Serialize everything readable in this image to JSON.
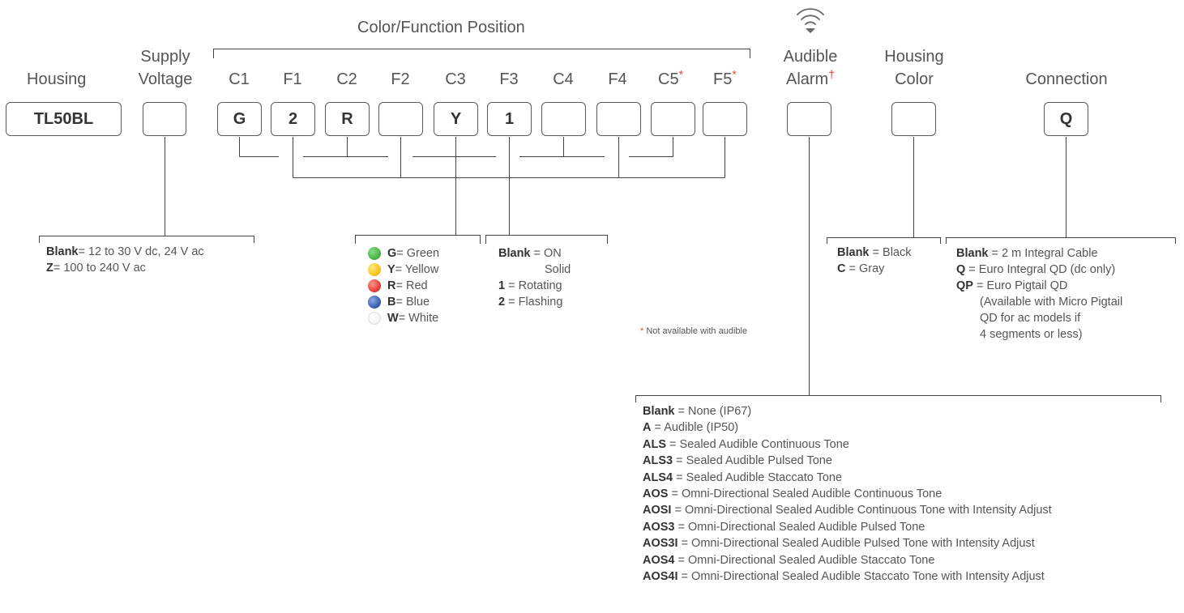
{
  "headers": {
    "housing": "Housing",
    "supply_voltage_1": "Supply",
    "supply_voltage_2": "Voltage",
    "color_function_position": "Color/Function Position",
    "positions": [
      "C1",
      "F1",
      "C2",
      "F2",
      "C3",
      "F3",
      "C4",
      "F4",
      "C5",
      "F5"
    ],
    "positions_star_mark": "*",
    "audible_1": "Audible",
    "audible_2": "Alarm",
    "audible_dagger": "†",
    "housing_color_1": "Housing",
    "housing_color_2": "Color",
    "connection": "Connection"
  },
  "boxes": {
    "housing": "TL50BL",
    "supply_voltage": "",
    "positions": [
      "G",
      "2",
      "R",
      "",
      "Y",
      "1",
      "",
      "",
      "",
      ""
    ],
    "audible": "",
    "housing_color": "",
    "connection": "Q"
  },
  "legend_voltage": [
    {
      "code": "Blank",
      "text": " = 12 to 30 V dc, 24 V ac"
    },
    {
      "code": "Z",
      "text": " = 100 to 240 V ac"
    }
  ],
  "legend_colors": [
    {
      "code": "G",
      "text": " = Green",
      "color": "#4cb848"
    },
    {
      "code": "Y",
      "text": " = Yellow",
      "color": "#f9c51a"
    },
    {
      "code": "R",
      "text": " = Red",
      "color": "#e8403a"
    },
    {
      "code": "B",
      "text": " = Blue",
      "color": "#3a62b3"
    },
    {
      "code": "W",
      "text": " = White",
      "color": "#f7f7f7"
    }
  ],
  "legend_function": {
    "blank_code": "Blank",
    "blank_text": " = ON",
    "blank_cont": "Solid",
    "rotating_code": "1",
    "rotating_text": " = Rotating",
    "flashing_code": "2",
    "flashing_text": " = Flashing"
  },
  "note": {
    "star": "*",
    "text": " Not available with audible"
  },
  "legend_housing_color": [
    {
      "code": "Blank",
      "text": " = Black"
    },
    {
      "code": "C",
      "text": " = Gray"
    }
  ],
  "legend_connection": {
    "blank_code": "Blank",
    "blank_text": " = 2 m Integral Cable",
    "q_code": "Q",
    "q_text": " = Euro Integral QD (dc only)",
    "qp_code": "QP",
    "qp_text": " = Euro Pigtail QD",
    "qp_note_1": "(Available with Micro Pigtail",
    "qp_note_2": "QD for ac models if",
    "qp_note_3": "4 segments or less)"
  },
  "legend_audible": [
    {
      "code": "Blank",
      "text": " = None (IP67)"
    },
    {
      "code": "A",
      "text": " = Audible (IP50)"
    },
    {
      "code": "ALS",
      "text": " = Sealed Audible Continuous Tone"
    },
    {
      "code": "ALS3",
      "text": " = Sealed Audible Pulsed Tone"
    },
    {
      "code": "ALS4",
      "text": " = Sealed Audible Staccato Tone"
    },
    {
      "code": "AOS",
      "text": " = Omni-Directional Sealed Audible Continuous Tone"
    },
    {
      "code": "AOSI",
      "text": " = Omni-Directional Sealed Audible Continuous Tone with Intensity Adjust"
    },
    {
      "code": "AOS3",
      "text": " = Omni-Directional Sealed Audible Pulsed Tone"
    },
    {
      "code": "AOS3I",
      "text": " = Omni-Directional Sealed Audible Pulsed Tone with Intensity Adjust"
    },
    {
      "code": "AOS4",
      "text": " = Omni-Directional Sealed Audible Staccato Tone"
    },
    {
      "code": "AOS4I",
      "text": " = Omni-Directional Sealed Audible Staccato Tone with Intensity Adjust"
    }
  ],
  "icon": "wifi-icon"
}
